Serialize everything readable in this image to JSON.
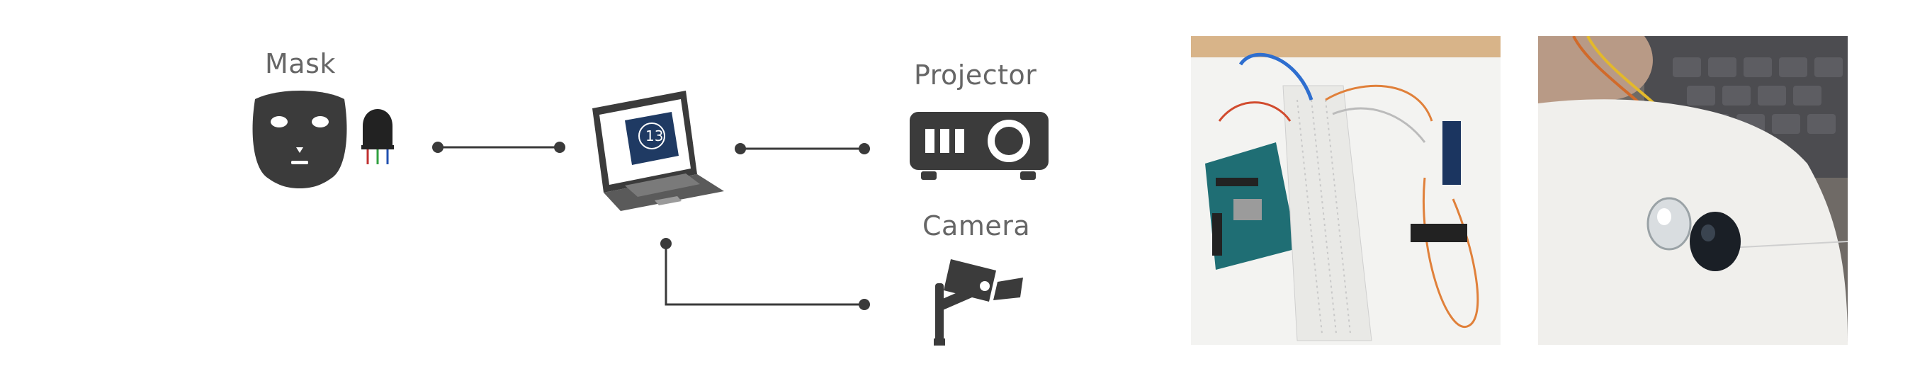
{
  "labels": {
    "mask": "Mask",
    "projector": "Projector",
    "camera": "Camera"
  },
  "app_icon_text": "13",
  "icons": {
    "mask": "mask-icon",
    "sensor": "ir-sensor-icon",
    "laptop": "laptop-icon",
    "projector": "projector-icon",
    "camera": "security-camera-icon"
  },
  "photos": {
    "left": "arduino-breadboard-wiring-photo",
    "right": "ir-sensor-closeup-photo"
  },
  "colors": {
    "icon": "#3b3b3b",
    "line": "#3a3a3a",
    "label": "#666666",
    "app_tile": "#1f3a63"
  }
}
